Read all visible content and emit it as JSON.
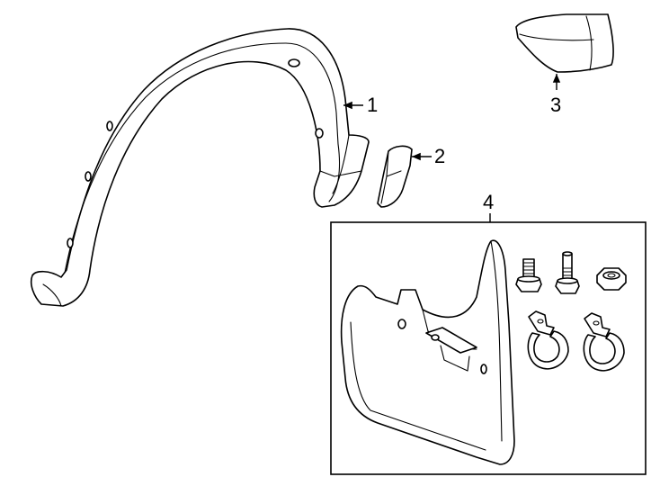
{
  "callouts": {
    "c1": "1",
    "c2": "2",
    "c3": "3",
    "c4": "4"
  },
  "colors": {
    "line": "#000000",
    "fill": "#ffffff"
  }
}
